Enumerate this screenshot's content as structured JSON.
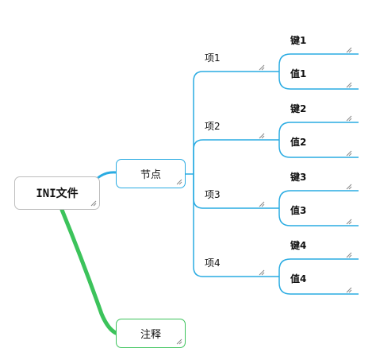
{
  "root": {
    "label": "INI文件"
  },
  "sections": {
    "label": "节点",
    "items": [
      {
        "item": "项1",
        "key": "键1",
        "value": "值1"
      },
      {
        "item": "项2",
        "key": "键2",
        "value": "值2"
      },
      {
        "item": "项3",
        "key": "键3",
        "value": "值3"
      },
      {
        "item": "项4",
        "key": "键4",
        "value": "值4"
      }
    ]
  },
  "comments": {
    "label": "注释"
  },
  "colors": {
    "blue": "#29abe2",
    "green": "#3cc35b",
    "gray": "#bdbdbd"
  },
  "icons": {
    "resize": "resize-grip-icon"
  }
}
